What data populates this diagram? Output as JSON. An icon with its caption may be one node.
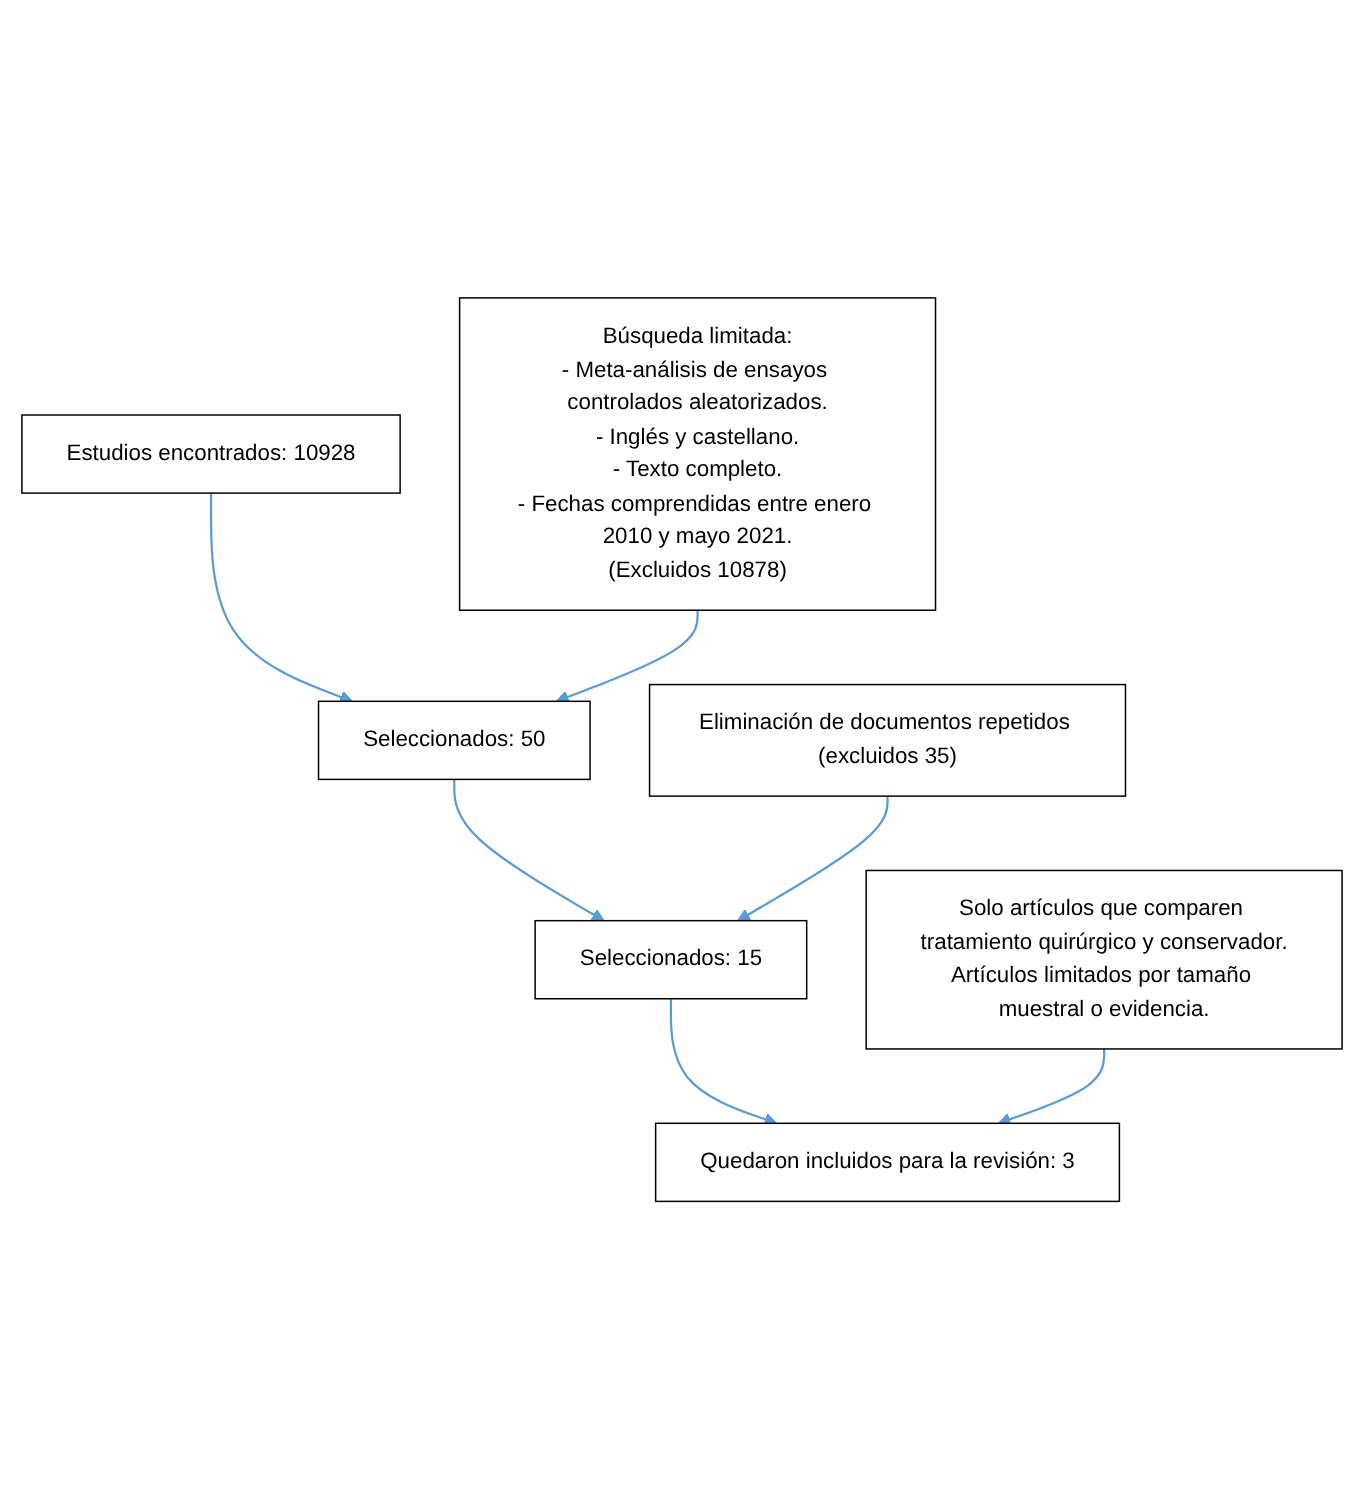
{
  "diagram": {
    "nodes": [
      {
        "text": [
          "Estudios encontrados: 10928"
        ]
      },
      {
        "text": [
          "Búsqueda limitada:",
          "- Meta-análisis de ensayos controlados aleatorizados.",
          "- Inglés y castellano.",
          "- Texto completo.",
          "- Fechas comprendidas entre enero 2010 y mayo 2021.",
          "(Excluidos 10878)"
        ]
      },
      {
        "text": [
          "Seleccionados: 50"
        ]
      },
      {
        "text": [
          "Eliminación de documentos repetidos (excluidos 35)"
        ]
      },
      {
        "text": [
          "Seleccionados: 15"
        ]
      },
      {
        "text": [
          "Solo artículos que comparen tratamiento quirúrgico y conservador.",
          "Artículos limitados por tamaño muestral o evidencia."
        ]
      },
      {
        "text": [
          "Quedaron incluidos para la revisión: 3"
        ]
      }
    ],
    "edges": [
      {
        "from": 0,
        "to": 2,
        "arrow": "to"
      },
      {
        "from": 1,
        "to": 2,
        "arrow": "to"
      },
      {
        "from": 2,
        "to": 4,
        "arrow": "to"
      },
      {
        "from": 3,
        "to": 4,
        "arrow": "to"
      },
      {
        "from": 4,
        "to": 6,
        "arrow": "to"
      },
      {
        "from": 5,
        "to": 6,
        "arrow": "to"
      }
    ]
  }
}
